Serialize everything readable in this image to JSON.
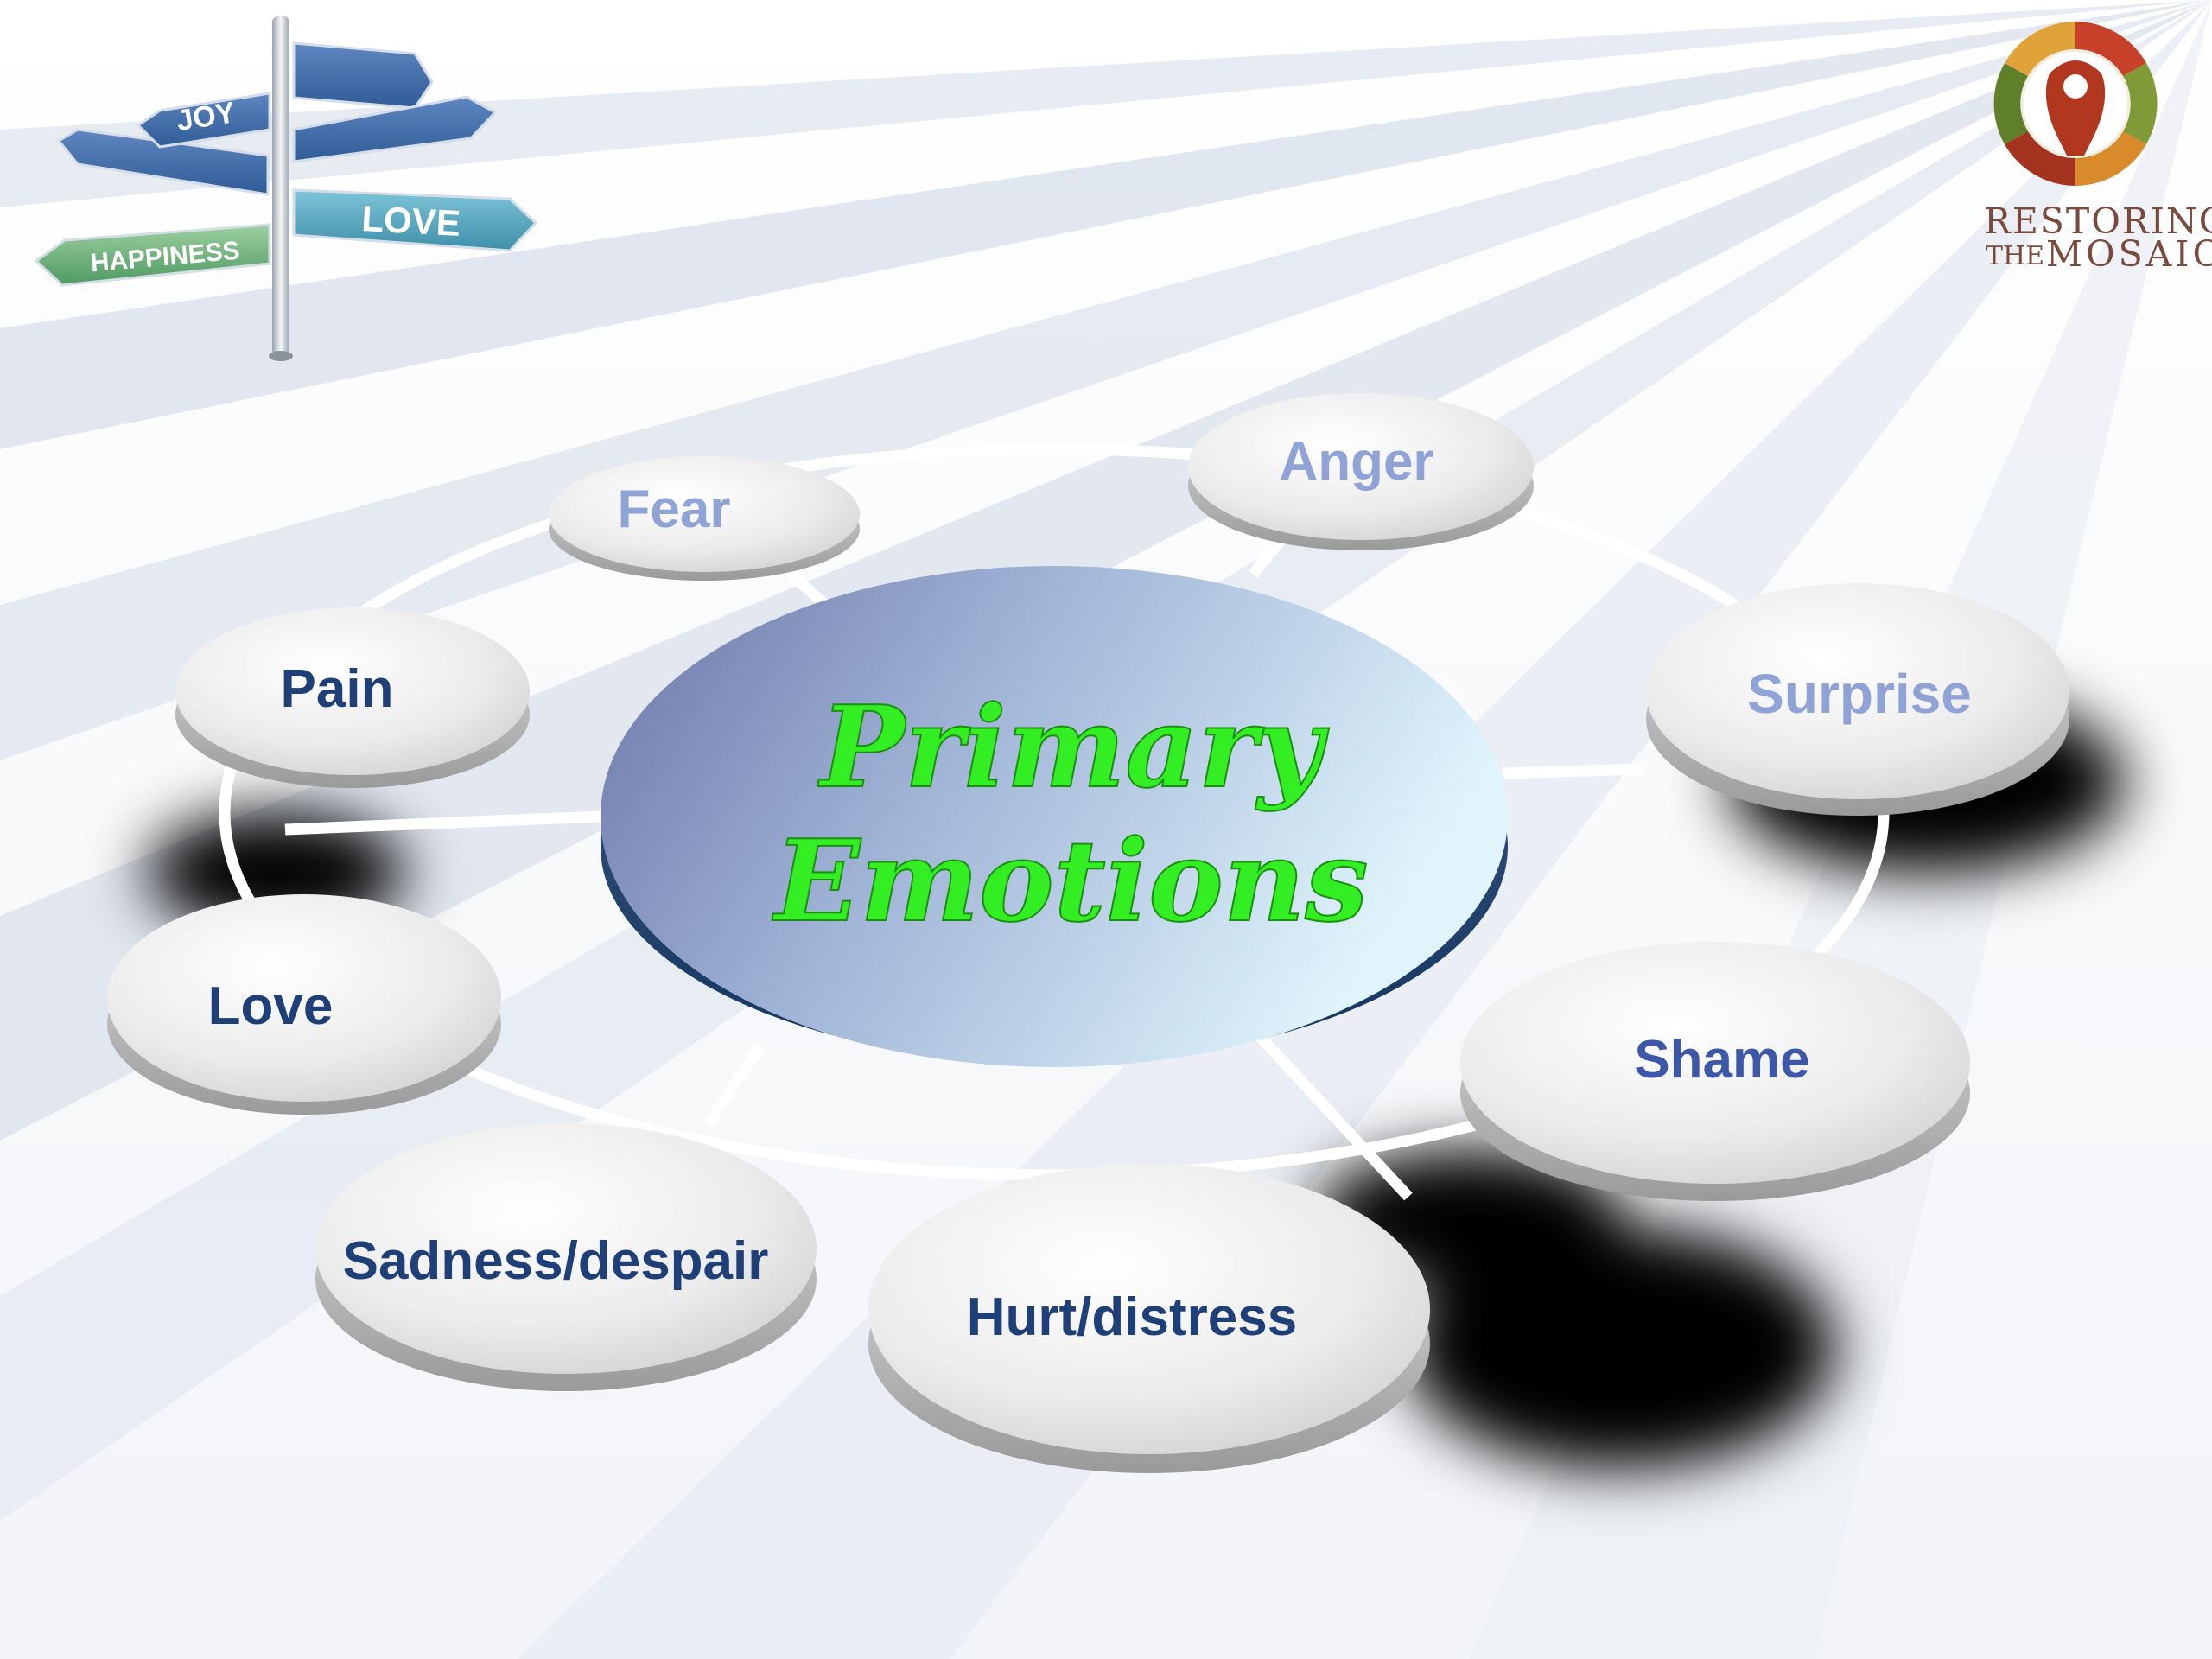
{
  "diagram": {
    "center": {
      "line1": "Primary",
      "line2": "Emotions",
      "color": "#33ee22"
    },
    "nodes": [
      {
        "id": "fear",
        "label": "Fear",
        "color": "#8fa3d6"
      },
      {
        "id": "anger",
        "label": "Anger",
        "color": "#8fa3d6"
      },
      {
        "id": "surprise",
        "label": "Surprise",
        "color": "#8fa3d6"
      },
      {
        "id": "shame",
        "label": "Shame",
        "color": "#3d58a8"
      },
      {
        "id": "hurt",
        "label": "Hurt/distress",
        "color": "#1f3f78"
      },
      {
        "id": "sadness",
        "label": "Sadness/despair",
        "color": "#1f3f78"
      },
      {
        "id": "love",
        "label": "Love",
        "color": "#1f3f78"
      },
      {
        "id": "pain",
        "label": "Pain",
        "color": "#1f3f78"
      }
    ]
  },
  "signpost": {
    "joy": "JOY",
    "love": "LOVE",
    "happiness": "HAPPINESS"
  },
  "logo": {
    "line1": "RESTORING",
    "line2_small": "THE",
    "line2_large": "MOSAIC",
    "color": "#7a4a3c"
  }
}
